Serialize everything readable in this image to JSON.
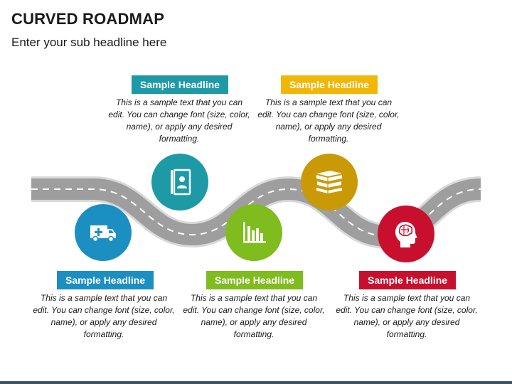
{
  "header": {
    "title": "CURVED ROADMAP",
    "subtitle": "Enter your sub headline here"
  },
  "colors": {
    "teal": "#1d9aa6",
    "yellow": "#f2b705",
    "blue": "#1b8fc2",
    "green": "#7fbc1e",
    "red": "#c8102e",
    "road": "#9e9e9e",
    "road_edge": "#d9d9d9"
  },
  "milestones": [
    {
      "headline": "Sample Headline",
      "text": "This is a sample text that you can edit. You can change font (size, color, name), or apply any desired formatting.",
      "color": "#1b8fc2",
      "icon": "ambulance-icon"
    },
    {
      "headline": "Sample Headline",
      "text": "This is a sample text that you can edit. You can change font (size, color, name), or apply any desired formatting.",
      "color": "#1d9aa6",
      "icon": "contact-book-icon"
    },
    {
      "headline": "Sample Headline",
      "text": "This is a sample text that you can edit. You can change font (size, color, name), or apply any desired formatting.",
      "color": "#7fbc1e",
      "icon": "bar-chart-icon"
    },
    {
      "headline": "Sample Headline",
      "text": "This is a sample text that you can edit. You can change font (size, color, name), or apply any desired formatting.",
      "color": "#c99a06",
      "icon": "books-icon"
    },
    {
      "headline": "Sample Headline",
      "text": "This is a sample text that you can edit. You can change font (size, color, name), or apply any desired formatting.",
      "color": "#c8102e",
      "icon": "brain-head-icon"
    }
  ]
}
